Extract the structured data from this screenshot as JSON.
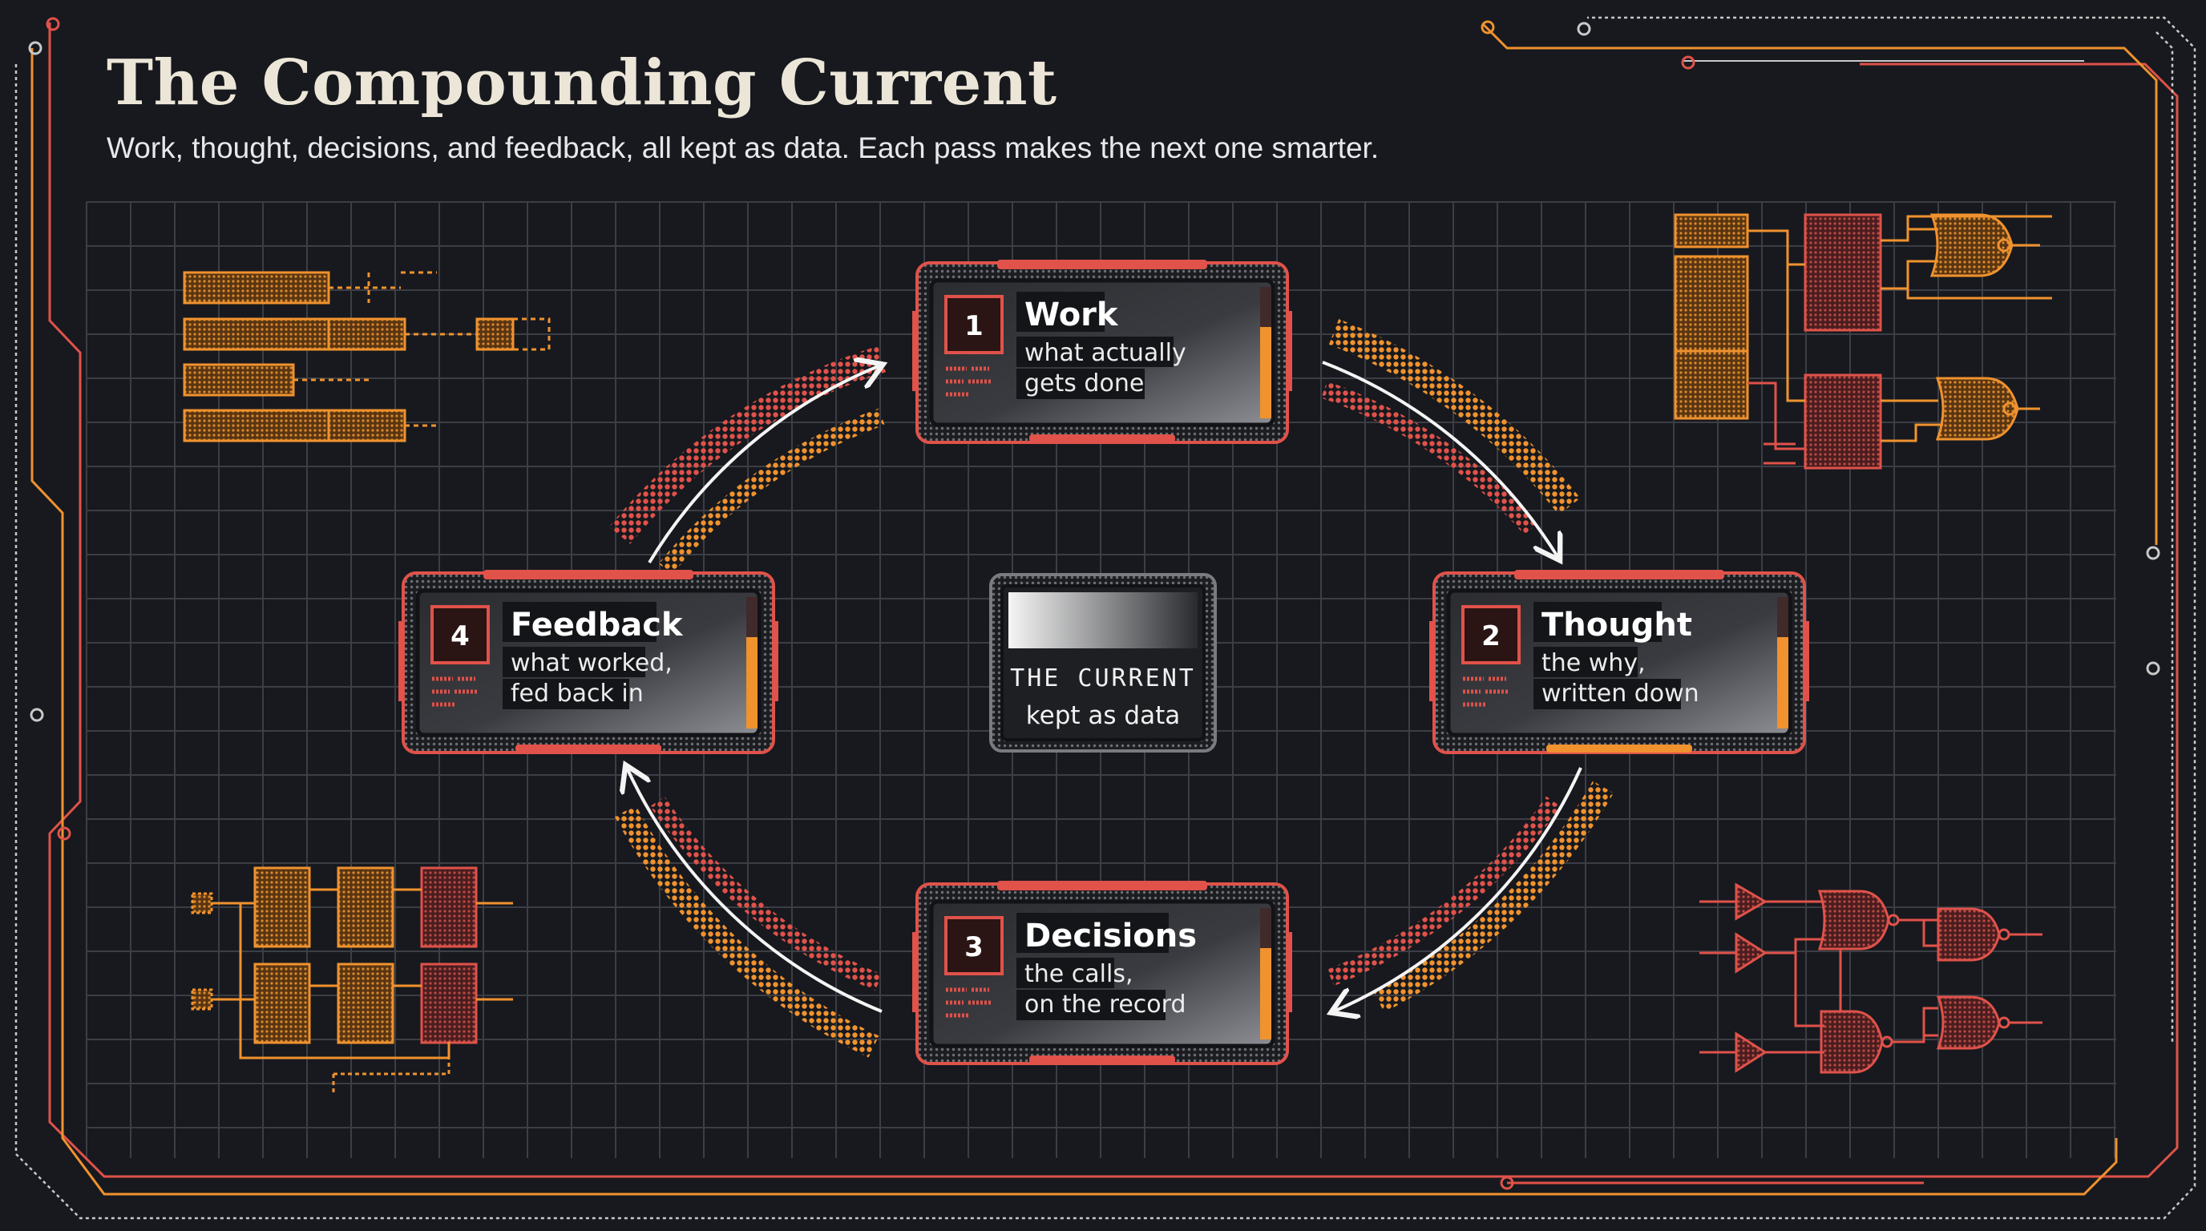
{
  "header": {
    "title": "The Compounding Current",
    "subtitle": "Work, thought, decisions, and feedback, all kept as data. Each pass makes the next one smarter."
  },
  "hub": {
    "line1": "THE  CURRENT",
    "line2": "kept as data"
  },
  "steps": [
    {
      "number": "1",
      "name": "Work",
      "line1": "what actually",
      "line2": "gets done"
    },
    {
      "number": "2",
      "name": "Thought",
      "line1": "the why,",
      "line2": "written down"
    },
    {
      "number": "3",
      "name": "Decisions",
      "line1": "the calls,",
      "line2": "on the record"
    },
    {
      "number": "4",
      "name": "Feedback",
      "line1": "what worked,",
      "line2": "fed back in"
    }
  ],
  "colors": {
    "background": "#17191e",
    "grid": "#3b3e45",
    "red": "#e0524a",
    "orange": "#f0922e",
    "panel": "#9a9a9f",
    "arrow": "#f4f4f4"
  }
}
